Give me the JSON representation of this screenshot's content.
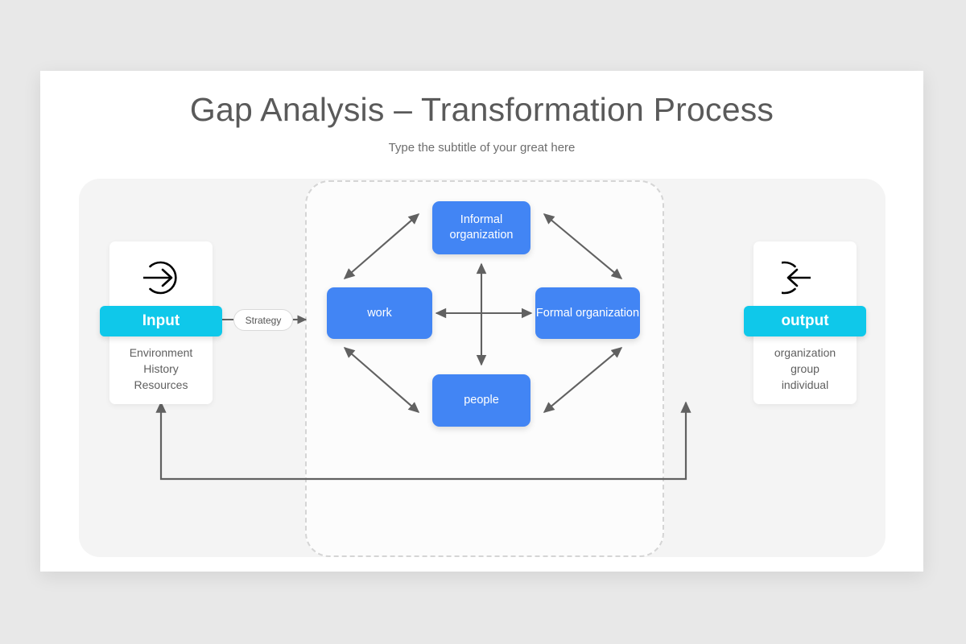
{
  "slide": {
    "title": "Gap Analysis – Transformation Process",
    "subtitle": "Type the subtitle of your great here"
  },
  "input_card": {
    "icon": "arrow-into-circle-icon",
    "banner_label": "Input",
    "items": [
      "Environment",
      "History",
      "Resources"
    ]
  },
  "output_card": {
    "icon": "arrow-out-of-circle-icon",
    "banner_label": "output",
    "items": [
      "organization",
      "group",
      "individual"
    ]
  },
  "connector": {
    "strategy_label": "Strategy"
  },
  "transformation": {
    "nodes": {
      "top": "Informal organization",
      "left": "work",
      "right": "Formal organization",
      "bottom": "people"
    }
  },
  "colors": {
    "page_background": "#e8e8e8",
    "slide_background": "#ffffff",
    "panel_background": "#f4f4f4",
    "accent_cyan": "#0fc8ea",
    "node_blue": "#4285f4",
    "arrow_gray": "#616161",
    "title_gray": "#5a5a5a",
    "dashed_border": "#d5d5d5"
  }
}
